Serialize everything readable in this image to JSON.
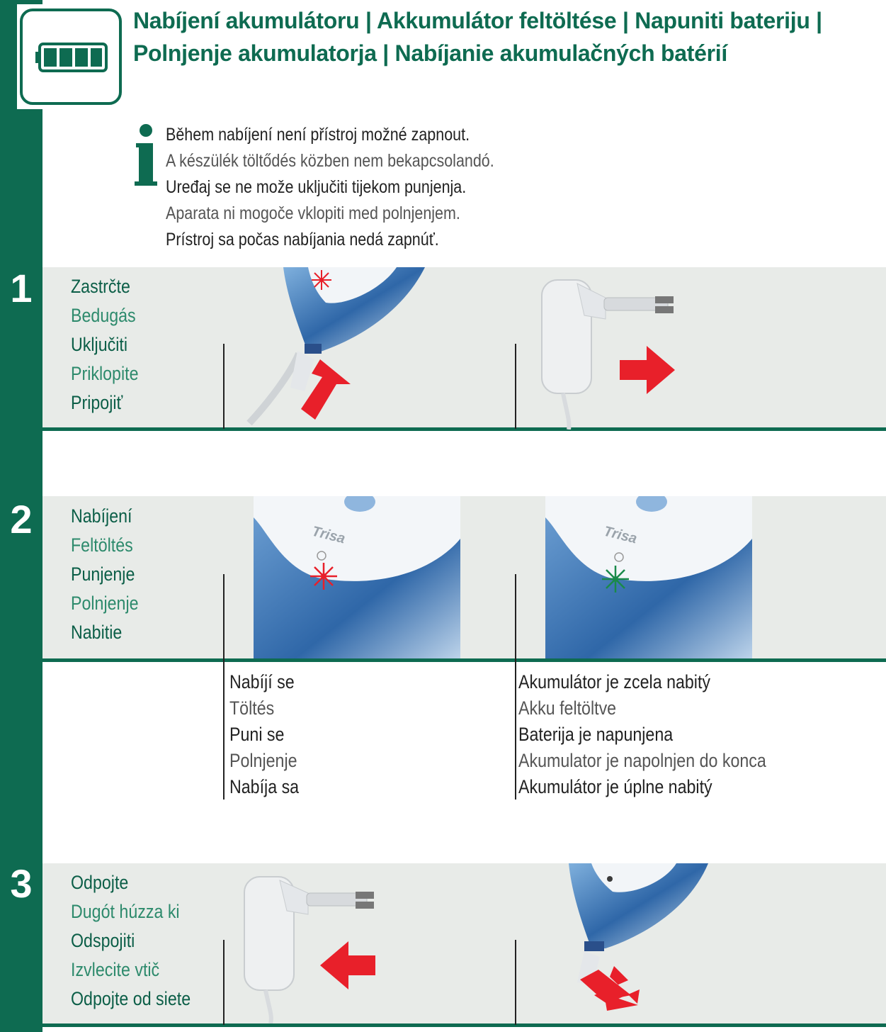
{
  "header": {
    "title": "Nabíjení akumulátoru | Akkumulátor feltöltése | Napuniti bateriju | Polnjenje akumulatorja | Nabíjanie akumulačných batérií",
    "icon": "battery-icon"
  },
  "info": {
    "icon": "info-icon",
    "lines": [
      "Během nabíjení není přístroj možné zapnout.",
      "A készülék töltődés közben nem bekapcsolandó.",
      "Uređaj se ne može uključiti tijekom punjenja.",
      "Aparata ni mogoče vklopiti med polnjenjem.",
      "Prístroj sa počas nabíjania nedá zapnúť."
    ]
  },
  "steps": [
    {
      "number": "1",
      "labels": [
        "Zastrčte",
        "Bedugás",
        "Uključiti",
        "Priklopite",
        "Pripojiť"
      ]
    },
    {
      "number": "2",
      "labels": [
        "Nabíjení",
        "Feltöltés",
        "Punjenje",
        "Polnjenje",
        "Nabitie"
      ],
      "brand": "Trisa",
      "charging": [
        "Nabíjí se",
        "Töltés",
        "Puni se",
        "Polnjenje",
        "Nabíja sa"
      ],
      "charged": [
        "Akumulátor je zcela nabitý",
        "Akku feltöltve",
        "Baterija je napunjena",
        "Akumulator je napolnjen do konca",
        "Akumulátor je úplne nabitý"
      ]
    },
    {
      "number": "3",
      "labels": [
        "Odpojte",
        "Dugót húzza ki",
        "Odspojiti",
        "Izvlecite vtič",
        "Odpojte od siete"
      ]
    }
  ],
  "colors": {
    "green": "#0e6b51",
    "panel": "#e8ebe8",
    "red": "#e8202a",
    "blue": "#2f67a8",
    "led_green": "#1a8a4a"
  }
}
